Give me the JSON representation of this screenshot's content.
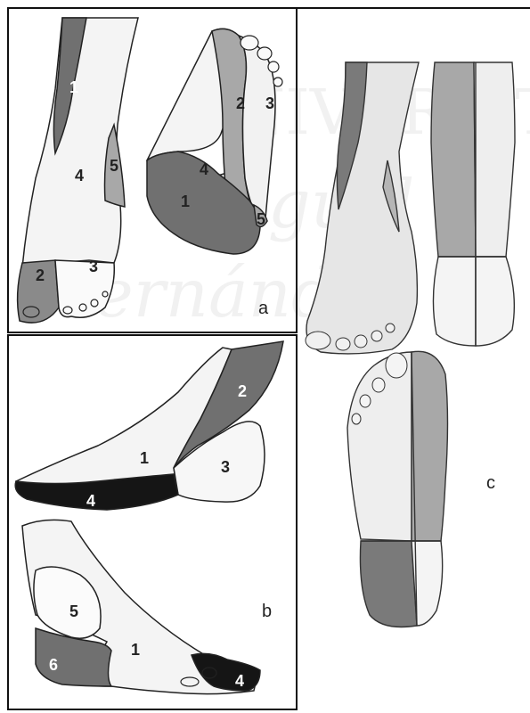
{
  "watermark": {
    "line1": "UNIVERSITAS",
    "line2": "Miguel",
    "line3": "Hernández"
  },
  "panels": {
    "a": {
      "label": "a",
      "front_regions": [
        "1",
        "4",
        "5",
        "2",
        "3"
      ],
      "sole_regions": [
        "2",
        "3",
        "4",
        "1",
        "5"
      ]
    },
    "b": {
      "label": "b",
      "lateral_regions": [
        "2",
        "1",
        "3",
        "4"
      ],
      "medial_regions": [
        "5",
        "6",
        "1",
        "4"
      ]
    },
    "c": {
      "label": "c"
    }
  },
  "colors": {
    "dark": "#707070",
    "mid": "#a8a8a8",
    "light": "#f4f4f4",
    "black": "#151515",
    "outline": "#222222"
  }
}
